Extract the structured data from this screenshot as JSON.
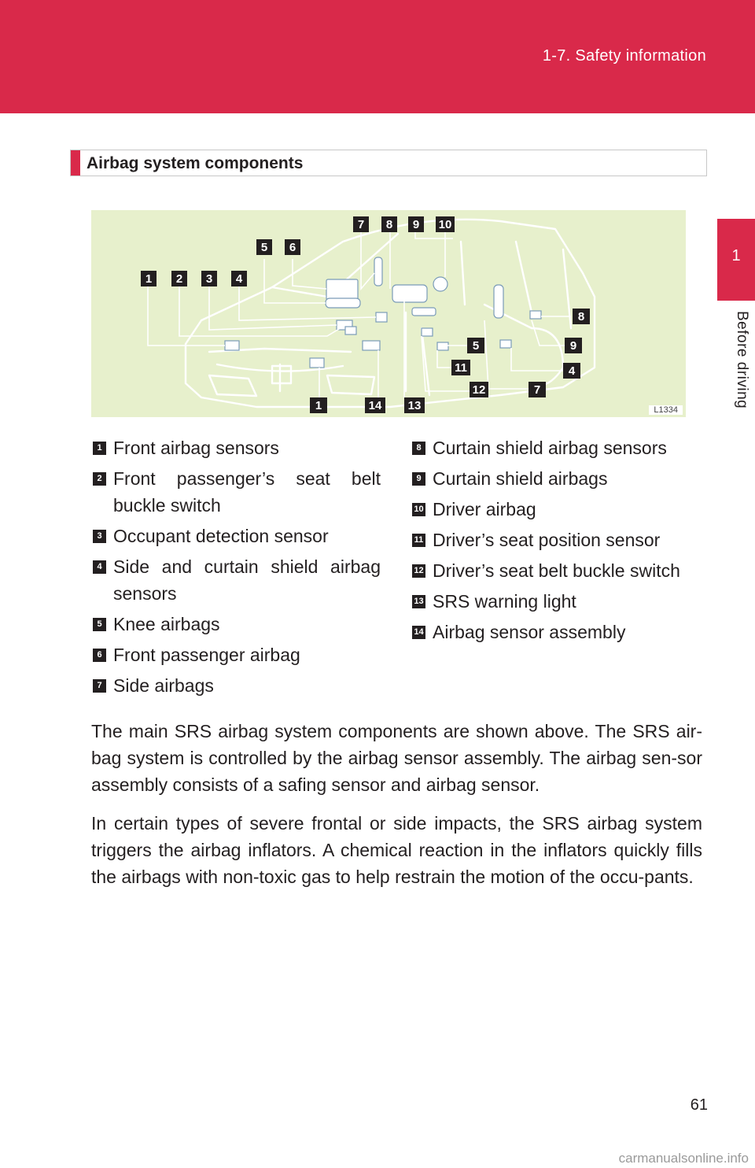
{
  "header": {
    "section_title": "1-7. Safety information"
  },
  "side_tab": {
    "chapter_number": "1",
    "chapter_label": "Before driving"
  },
  "heading": "Airbag system components",
  "figure": {
    "code": "L1334"
  },
  "legend": [
    {
      "num": "1",
      "text": "Front airbag sensors"
    },
    {
      "num": "2",
      "text": "Front passenger’s seat belt buckle switch"
    },
    {
      "num": "3",
      "text": "Occupant detection sensor"
    },
    {
      "num": "4",
      "text": "Side and curtain shield airbag sensors"
    },
    {
      "num": "5",
      "text": "Knee airbags"
    },
    {
      "num": "6",
      "text": "Front passenger airbag"
    },
    {
      "num": "7",
      "text": "Side airbags"
    },
    {
      "num": "8",
      "text": "Curtain shield airbag sensors"
    },
    {
      "num": "9",
      "text": "Curtain shield airbags"
    },
    {
      "num": "10",
      "text": "Driver airbag"
    },
    {
      "num": "11",
      "text": "Driver’s seat position sensor"
    },
    {
      "num": "12",
      "text": "Driver’s seat belt buckle switch"
    },
    {
      "num": "13",
      "text": "SRS warning light"
    },
    {
      "num": "14",
      "text": "Airbag sensor assembly"
    }
  ],
  "paragraphs": [
    "The main SRS airbag system components are shown above. The SRS air-bag system is controlled by the airbag sensor assembly. The airbag sen-sor assembly consists of a safing sensor and airbag sensor.",
    "In certain types of severe frontal or side impacts, the SRS airbag system triggers the airbag inflators. A chemical reaction in the inflators quickly fills the airbags with non-toxic gas to help restrain the motion of the occu-pants."
  ],
  "page_number": "61",
  "watermark": "carmanualsonline.info",
  "colors": {
    "accent": "#d9294a",
    "figure_bg": "#e7f0cc",
    "text": "#231f20"
  }
}
